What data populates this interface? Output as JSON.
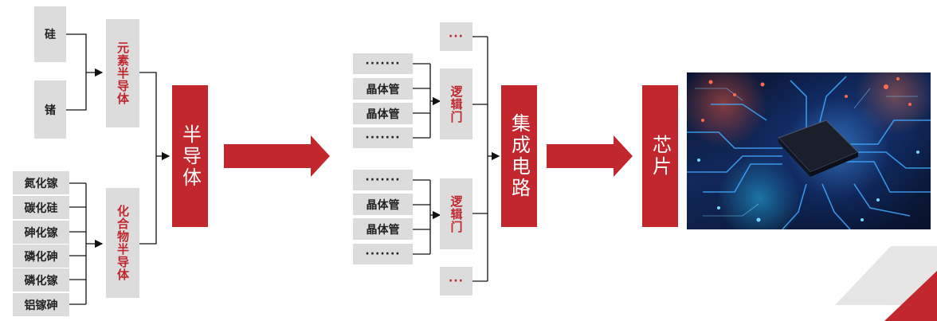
{
  "elements": {
    "gui": "硅",
    "zhe": "锗",
    "elemental_semi": "元素半导体",
    "compounds": [
      "氮化镓",
      "碳化硅",
      "砷化镓",
      "磷化砷",
      "磷化镓",
      "铝镓砷"
    ],
    "compound_semi": "化合物半导体",
    "semiconductor": "半导体"
  },
  "circuits": {
    "dots": "·······",
    "transistor": "晶体管",
    "logic_gate": "逻辑门",
    "ellipsis": "···",
    "ic": "集成电路"
  },
  "chip": {
    "label": "芯片",
    "image_icon": "circuit-board-chip-photo"
  },
  "colors": {
    "red": "#c1272d",
    "gray": "#dcdcdc"
  }
}
